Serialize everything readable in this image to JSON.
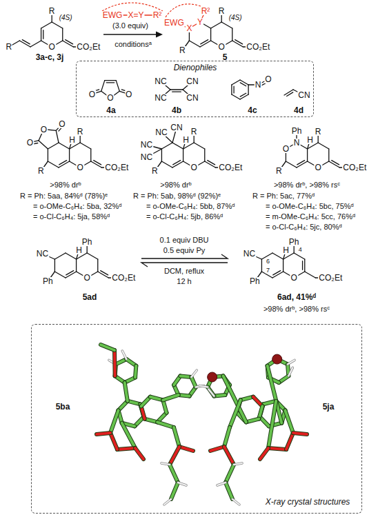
{
  "diagram": {
    "nodes": [
      {
        "text": [
          "3a-c, 3j"
        ]
      },
      {
        "text": [
          "5"
        ]
      },
      {
        "text": [
          "Dienophiles"
        ]
      },
      {
        "text": [
          "4a"
        ],
        "in": 2
      },
      {
        "text": [
          "4b"
        ],
        "in": 2
      },
      {
        "text": [
          "4c"
        ],
        "in": 2
      },
      {
        "text": [
          "4d"
        ],
        "in": 2
      },
      {
        "text": [
          "5ad"
        ]
      },
      {
        "text": [
          "6ad, 41%ᵈ",
          ">98% drᵇ, >98% rsᶜ"
        ]
      },
      {
        "text": [
          "X-ray crystal structures"
        ]
      },
      {
        "text": [
          "5ba"
        ],
        "in": 9
      },
      {
        "text": [
          "5ja"
        ],
        "in": 9
      }
    ],
    "edges": [
      {
        "from": 0,
        "to": 1,
        "arrow": "to",
        "label": "conditionsᵃ"
      },
      {
        "from": 7,
        "to": 8,
        "arrow": "both"
      }
    ],
    "labels": [
      "R",
      "(4S)",
      "R",
      "O",
      "CO₂Et",
      "EWG",
      "X=Y",
      "R²",
      "(3.0 equiv)",
      "EWG",
      "X",
      "Y",
      "R²",
      "R",
      "(4S)",
      "R",
      "O",
      "CO₂Et",
      "O",
      "O",
      "O",
      "NC",
      "CN",
      "NC",
      "CN",
      "N",
      "O",
      "CN",
      "O",
      "O",
      "O",
      "H",
      "R",
      "R",
      "O",
      "CO₂Et",
      "NC",
      "CN",
      "NC",
      "NC",
      "H",
      "R",
      "R",
      "O",
      "CO₂Et",
      "Ph",
      "O",
      "N",
      "H",
      "R",
      "R",
      "O",
      "CO₂Et",
      ">98% drᵇ",
      ">98% drᵇ",
      ">98% drᵇ, >98% rsᶜ",
      "R = Ph: 5aa, 84%ᵈ (78%)ᵉ",
      "= o-OMe-C₆H₄: 5ba, 32%ᵈ",
      "= o-Cl-C₆H₄: 5ja, 58%ᵈ",
      "R = Ph: 5ab, 98%ᵈ (92%)ᵉ",
      "= o-OMe-C₆H₄: 5bb, 87%ᵈ",
      "= o-Cl-C₆H₄: 5jb, 86%ᵈ",
      "R = Ph: 5ac, 77%ᵈ",
      "= o-OMe-C₆H₄: 5bc, 75%ᵈ",
      "= m-OMe-C₆H₄: 5cc, 76%ᵈ",
      "= o-Cl-C₆H₄: 5jc, 80%ᵈ",
      "0.1 equiv DBU",
      "0.5 equiv Py",
      "DCM, reflux",
      "12 h",
      "NC",
      "H",
      "Ph",
      "Ph",
      "O",
      "CO₂Et",
      "NC",
      "H",
      "Ph",
      "6",
      "4",
      "Ph",
      "7",
      "O",
      "CO₂Et"
    ]
  }
}
